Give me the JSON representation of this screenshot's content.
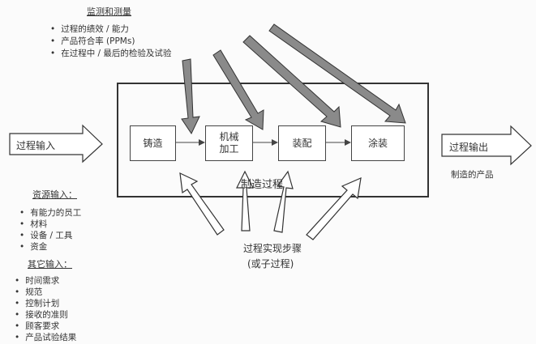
{
  "monitoring": {
    "title": "监测和测量",
    "items": [
      "过程的绩效 / 能力",
      "产品符合率 (PPMs)",
      "在过程中 / 最后的检验及试验"
    ]
  },
  "process_input": "过程输入",
  "process_output": "过程输出",
  "output_product": "制造的产品",
  "manufacturing": "制造过程",
  "steps": [
    {
      "label": "铸造"
    },
    {
      "label": "机械\n加工"
    },
    {
      "label": "装配"
    },
    {
      "label": "涂装"
    }
  ],
  "realization": {
    "line1": "过程实现步骤",
    "line2": "(或子过程)"
  },
  "resource": {
    "title": "资源输入：",
    "items": [
      "有能力的员工",
      "材料",
      "设备 / 工具",
      "资金"
    ]
  },
  "other": {
    "title": "其它输入：",
    "items": [
      "时间需求",
      "规范",
      "控制计划",
      "接收的准则",
      "顾客要求",
      "产品试验结果"
    ]
  },
  "colors": {
    "gray_arrow": "#8a8a8a",
    "line": "#444444"
  }
}
